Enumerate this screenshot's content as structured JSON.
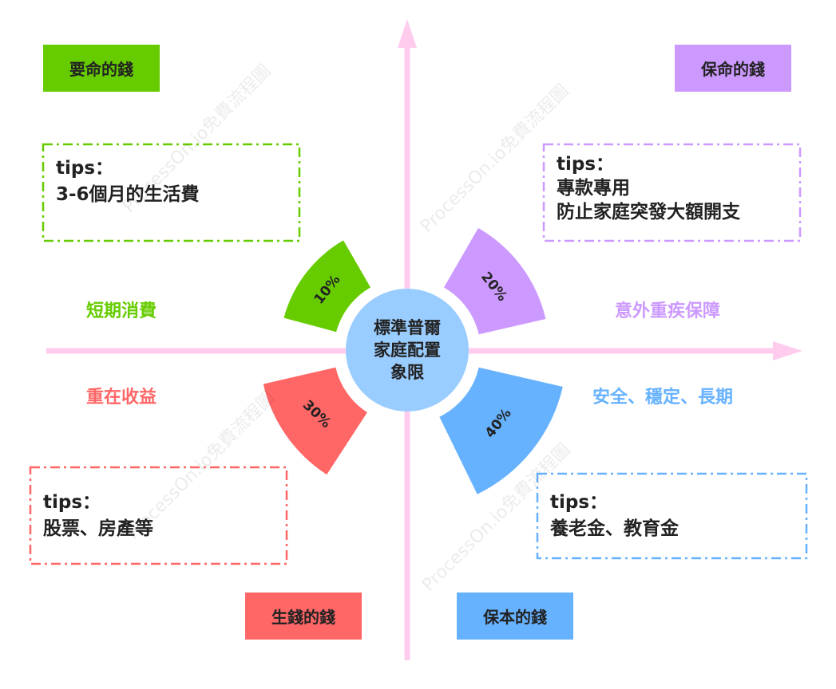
{
  "colors": {
    "axis": "#ffccee",
    "center": "#99ccff",
    "green": "#66cc00",
    "purple": "#cc99ff",
    "red": "#ff6666",
    "blue": "#66b2ff",
    "dark_text": "#222222"
  },
  "center": {
    "lines": [
      "標準普爾",
      "家庭配置",
      "象限"
    ]
  },
  "quadrants": {
    "top_left": {
      "title": "要命的錢",
      "category": "短期消費",
      "percent": "10%",
      "percent_value": 10,
      "tips": [
        "tips：",
        "3-6個月的生活費"
      ]
    },
    "top_right": {
      "title": "保命的錢",
      "category": "意外重疾保障",
      "percent": "20%",
      "percent_value": 20,
      "tips": [
        "tips：",
        "專款專用",
        "防止家庭突發大額開支"
      ]
    },
    "bottom_left": {
      "title": "生錢的錢",
      "category": "重在收益",
      "percent": "30%",
      "percent_value": 30,
      "tips": [
        "tips：",
        "股票、房產等"
      ]
    },
    "bottom_right": {
      "title": "保本的錢",
      "category": "安全、穩定、長期",
      "percent": "40%",
      "percent_value": 40,
      "tips": [
        "tips：",
        "養老金、教育金"
      ]
    }
  },
  "watermark": "ProcessOn.io免費流程圖"
}
